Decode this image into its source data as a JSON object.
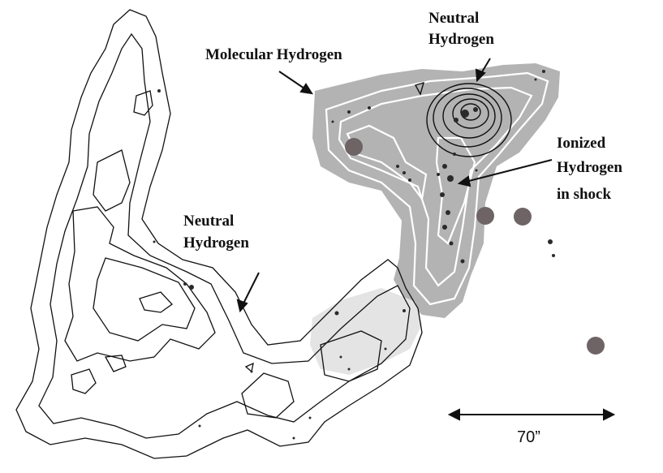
{
  "labels": {
    "molecular_hydrogen": "Molecular Hydrogen",
    "neutral_hydrogen_top_line1": "Neutral",
    "neutral_hydrogen_top_line2": "Hydrogen",
    "ionized_line1": "Ionized",
    "ionized_line2": "Hydrogen",
    "ionized_line3": "in shock",
    "neutral_hydrogen_left_line1": "Neutral",
    "neutral_hydrogen_left_line2": "Hydrogen"
  },
  "scale_bar": {
    "label": "70”"
  },
  "colors": {
    "molecular_region_fill": "#b3b3b3",
    "contour_dark": "#111111",
    "contour_white": "#ffffff",
    "galaxy_dot": "#6e6466",
    "emission_specks": "#2a2a2a"
  }
}
